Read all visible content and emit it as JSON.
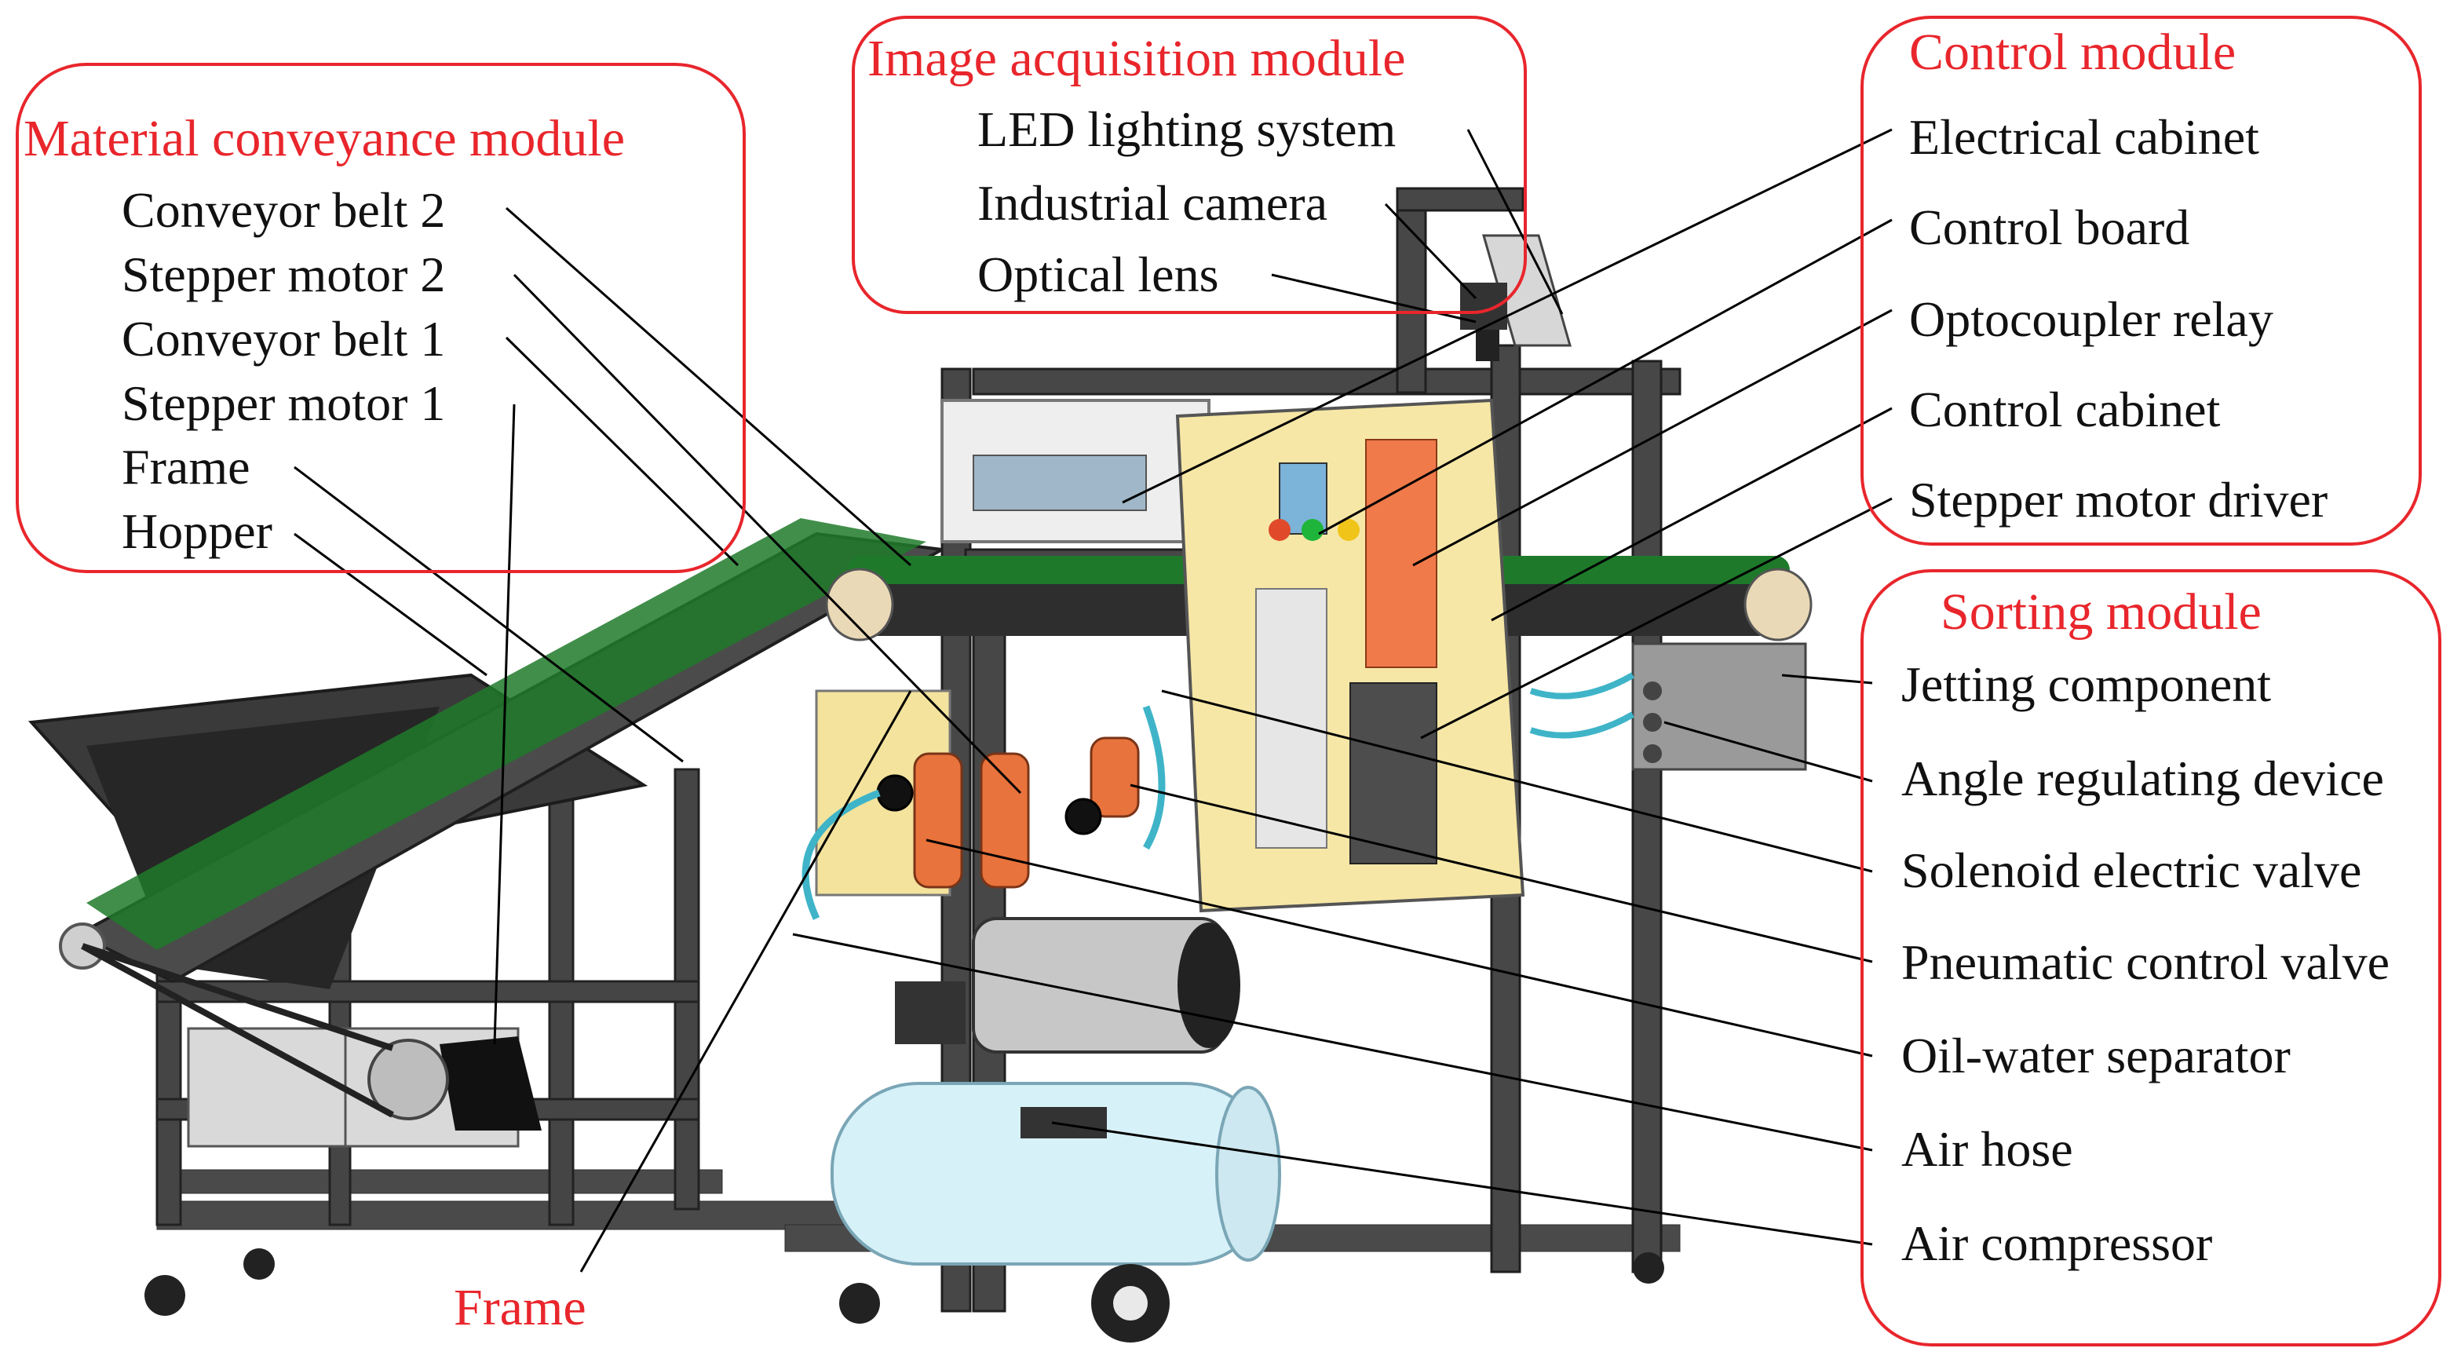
{
  "colors": {
    "accent_red": "#e8262c",
    "frame_dark": "#3c3c3c",
    "belt_green": "#1e7a2a",
    "cabinet_yellow": "#f6e7a6",
    "valve_orange": "#e9733c",
    "tank_cyan": "#d6f1f8",
    "hose_blue": "#3fb4c8"
  },
  "modules": {
    "material": {
      "title": "Material conveyance module",
      "items": [
        "Conveyor belt 2",
        "Stepper motor 2",
        "Conveyor belt 1",
        "Stepper motor 1",
        "Frame",
        "Hopper"
      ]
    },
    "image": {
      "title": "Image acquisition module",
      "items": [
        "LED lighting system",
        "Industrial camera",
        "Optical lens"
      ]
    },
    "control": {
      "title": "Control module",
      "items": [
        "Electrical cabinet",
        "Control board",
        "Optocoupler relay",
        "Control cabinet",
        "Stepper motor driver"
      ]
    },
    "sorting": {
      "title": "Sorting module",
      "items": [
        "Jetting component",
        "Angle regulating device",
        "Solenoid electric valve",
        "Pneumatic control valve",
        "Oil-water separator",
        "Air hose",
        "Air compressor"
      ]
    }
  },
  "frame_label": "Frame"
}
